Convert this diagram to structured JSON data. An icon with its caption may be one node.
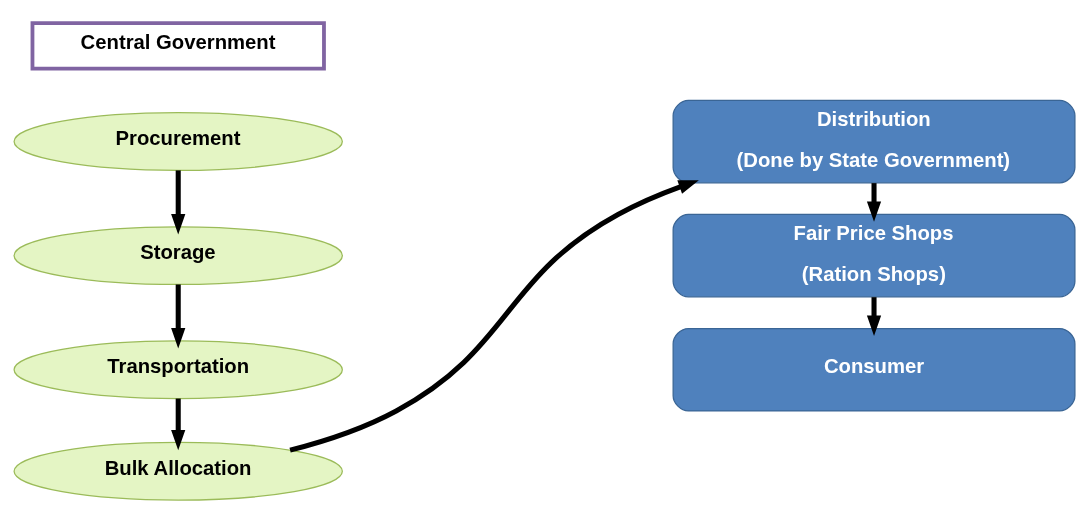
{
  "diagram": {
    "nodes": [
      {
        "text": [
          "Central Government"
        ]
      },
      {
        "text": [
          "Procurement"
        ]
      },
      {
        "text": [
          "Storage"
        ]
      },
      {
        "text": [
          "Transportation"
        ]
      },
      {
        "text": [
          "Bulk Allocation"
        ]
      },
      {
        "text": [
          "Distribution",
          "(Done by State Government)"
        ]
      },
      {
        "text": [
          "Fair Price Shops",
          "(Ration Shops)"
        ]
      },
      {
        "text": [
          "Consumer"
        ]
      }
    ],
    "edges": [
      {
        "from": 1,
        "to": 2,
        "arrow": "to"
      },
      {
        "from": 2,
        "to": 3,
        "arrow": "to"
      },
      {
        "from": 3,
        "to": 4,
        "arrow": "to"
      },
      {
        "from": 4,
        "to": 5,
        "arrow": "to"
      },
      {
        "from": 5,
        "to": 6,
        "arrow": "to"
      },
      {
        "from": 6,
        "to": 7,
        "arrow": "to"
      }
    ]
  }
}
